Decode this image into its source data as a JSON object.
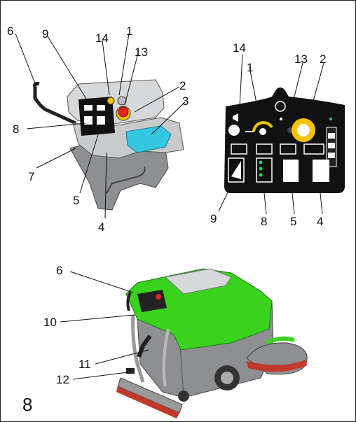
{
  "figure_number": "8",
  "console_view": {
    "callouts": [
      "6",
      "9",
      "14",
      "1",
      "13",
      "2",
      "3",
      "8",
      "7",
      "5",
      "4"
    ]
  },
  "panel_view": {
    "callouts_top": [
      "14",
      "1",
      "13",
      "2"
    ],
    "callouts_bottom": [
      "9",
      "8",
      "5",
      "4"
    ]
  },
  "machine_view": {
    "callouts": [
      "6",
      "10",
      "11",
      "12"
    ]
  },
  "colors": {
    "machine_green": "#39d21e",
    "machine_grey": "#8d8f93",
    "estop_red": "#e4241f",
    "knob_yellow": "#f5c400",
    "panel_black": "#111111",
    "water_cyan": "#33c8e0",
    "squeegee_red": "#c0392b"
  }
}
